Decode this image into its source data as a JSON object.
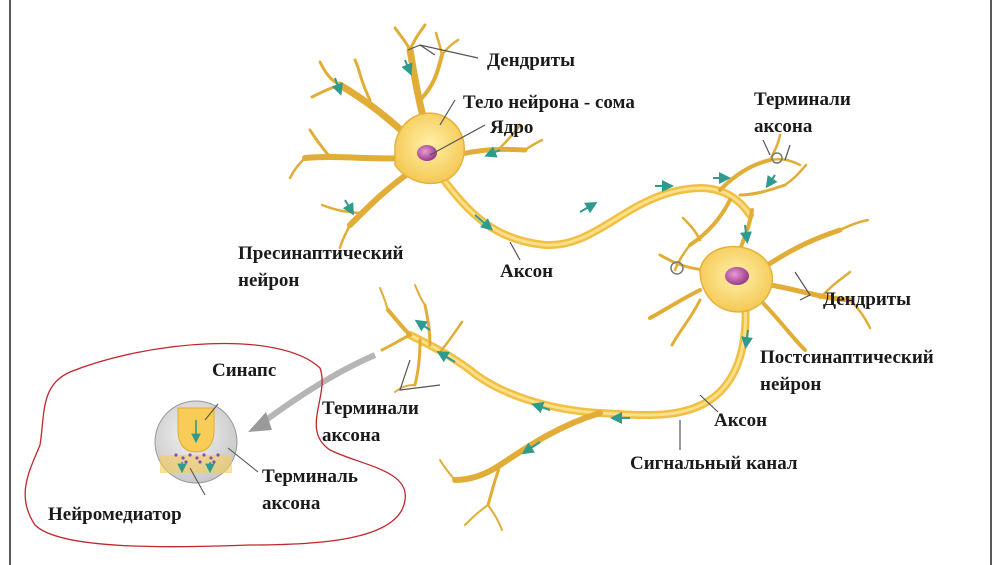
{
  "labels": {
    "dendrites_top": "Дендриты",
    "soma": "Тело нейрона - сома",
    "nucleus": "Ядро",
    "terminals_right_1": "Терминали",
    "terminals_right_2": "аксона",
    "presynaptic_1": "Пресинаптический",
    "presynaptic_2": "нейрон",
    "axon_top": "Аксон",
    "dendrites_right": "Дендриты",
    "postsynaptic_1": "Постсинаптический",
    "postsynaptic_2": "нейрон",
    "synapse": "Синапс",
    "terminals_left_1": "Терминали",
    "terminals_left_2": "аксона",
    "axon_bottom": "Аксон",
    "signal_channel": "Сигнальный канал",
    "terminal_axon_1": "Терминаль",
    "terminal_axon_2": "аксона",
    "neurotransmitter": "Нейромедиатор"
  },
  "colors": {
    "neuron_fill": "#f9d36a",
    "neuron_edge": "#e6b23c",
    "nucleus": "#b04a9a",
    "arrow": "#2f9a8e",
    "callout": "#c0272d",
    "pointer": "#555555"
  }
}
